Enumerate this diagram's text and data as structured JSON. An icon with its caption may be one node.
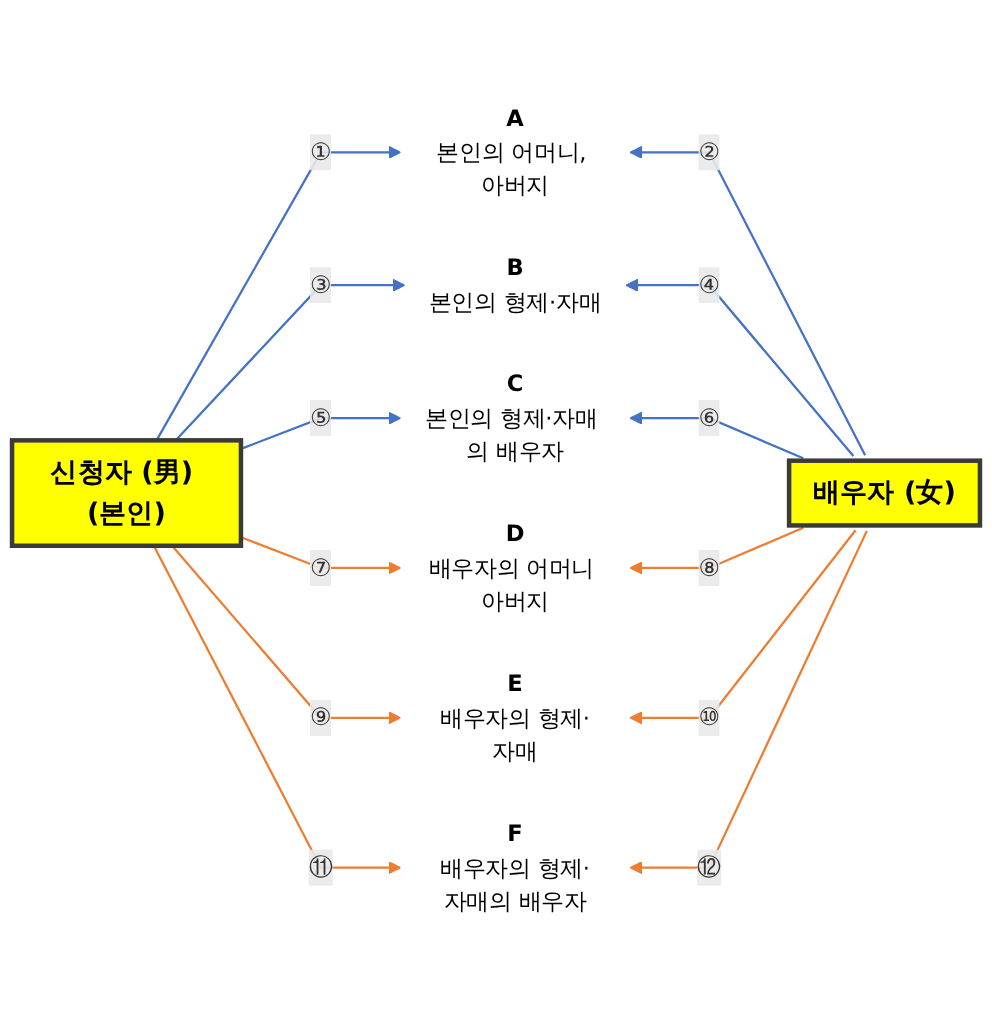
{
  "diagram": {
    "nodes": [
      {
        "text": [
          "A",
          "본인의 어머니, 아버지"
        ]
      },
      {
        "text": [
          "B",
          "본인의 형제·자매"
        ]
      },
      {
        "text": [
          "신청자 (男) (본인)"
        ]
      },
      {
        "text": [
          "C",
          "본인의 형제·자매 의 배우자"
        ]
      },
      {
        "text": [
          "배우자 (女)"
        ]
      },
      {
        "text": [
          "D",
          "배우자의 어머니 아버지"
        ]
      },
      {
        "text": [
          "E",
          "배우자의 형제·자매"
        ]
      },
      {
        "text": [
          "F",
          "배우자의 형제·자매의 배우자"
        ]
      }
    ],
    "edges": [
      {
        "from": 2,
        "to": 0,
        "arrow": "to",
        "label": "①",
        "color": "#4472c4"
      },
      {
        "from": 4,
        "to": 0,
        "arrow": "to",
        "label": "②",
        "color": "#4472c4"
      },
      {
        "from": 2,
        "to": 1,
        "arrow": "to",
        "label": "③",
        "color": "#4472c4"
      },
      {
        "from": 4,
        "to": 1,
        "arrow": "to",
        "label": "④",
        "color": "#4472c4"
      },
      {
        "from": 2,
        "to": 3,
        "arrow": "to",
        "label": "⑤",
        "color": "#4472c4"
      },
      {
        "from": 4,
        "to": 3,
        "arrow": "to",
        "label": "⑥",
        "color": "#4472c4"
      },
      {
        "from": 2,
        "to": 5,
        "arrow": "to",
        "label": "⑦",
        "color": "#ed7d31"
      },
      {
        "from": 4,
        "to": 5,
        "arrow": "to",
        "label": "⑧",
        "color": "#ed7d31"
      },
      {
        "from": 2,
        "to": 6,
        "arrow": "to",
        "label": "⑨",
        "color": "#ed7d31"
      },
      {
        "from": 4,
        "to": 6,
        "arrow": "to",
        "label": "⑩",
        "color": "#ed7d31"
      },
      {
        "from": 2,
        "to": 7,
        "arrow": "to",
        "label": "⑪",
        "color": "#ed7d31"
      },
      {
        "from": 4,
        "to": 7,
        "arrow": "to",
        "label": "⑫",
        "color": "#ed7d31"
      }
    ]
  }
}
